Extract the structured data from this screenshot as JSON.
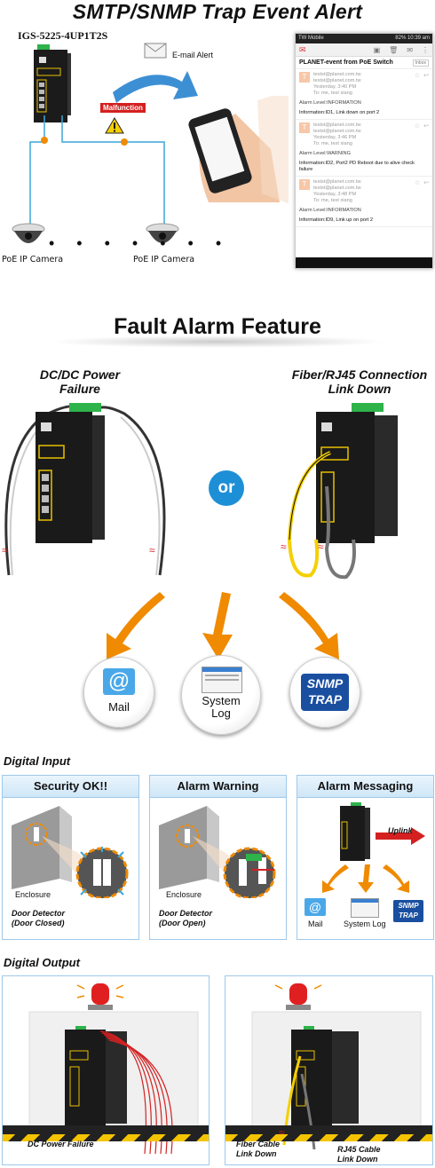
{
  "top": {
    "title": "SMTP/SNMP Trap Event Alert",
    "model": "IGS-5225-4UP1T2S",
    "email_alert": "E-mail Alert",
    "malfunction": "Malfunction",
    "camera_left": "PoE IP Camera",
    "camera_right": "PoE IP Camera",
    "phone": {
      "carrier": "TW Mobile",
      "status": "82% 10:39 am",
      "subject": "PLANET-event from PoE Switch",
      "inbox_label": "Inbox",
      "emails": [
        {
          "avatar": "T",
          "from": "testst@planet.com.tw",
          "to": "testst@planet.com.tw",
          "date": "Yesterday, 3:40 PM",
          "to_line": "To: me, test xiang",
          "level": "Alarm Level:INFORMATION",
          "info": "Information:ID1, Link down on port 2"
        },
        {
          "avatar": "T",
          "from": "testst@planet.com.tw",
          "to": "testst@planet.com.tw",
          "date": "Yesterday, 3:46 PM",
          "to_line": "To: me, test xiang",
          "level": "Alarm Level:WARNING",
          "info": "Information:ID2, Port2 PD Reboot due to alive check failure"
        },
        {
          "avatar": "T",
          "from": "testst@planet.com.tw",
          "to": "testst@planet.com.tw",
          "date": "Yesterday, 3:48 PM",
          "to_line": "To: me, test xiang",
          "level": "Alarm Level:INFORMATION",
          "info": "Information:ID9, Link up on port 2"
        }
      ]
    }
  },
  "fault": {
    "heading": "Fault Alarm Feature",
    "left_caption_1": "DC/DC Power",
    "left_caption_2": "Failure",
    "right_caption_1": "Fiber/RJ45 Connection",
    "right_caption_2": "Link Down",
    "or": "or",
    "mail": "Mail",
    "syslog_1": "System",
    "syslog_2": "Log",
    "snmp_1": "SNMP",
    "snmp_2": "TRAP"
  },
  "digital_input": {
    "heading": "Digital Input",
    "panels": [
      {
        "title": "Security OK!!",
        "enclosure": "Enclosure",
        "detector_1": "Door Detector",
        "detector_2": "(Door Closed)"
      },
      {
        "title": "Alarm Warning",
        "enclosure": "Enclosure",
        "detector_1": "Door Detector",
        "detector_2": "(Door Open)"
      },
      {
        "title": "Alarm Messaging",
        "uplink": "Uplink",
        "mail": "Mail",
        "syslog": "System Log",
        "snmp_1": "SNMP",
        "snmp_2": "TRAP"
      }
    ]
  },
  "digital_output": {
    "heading": "Digital Output",
    "left_caption": "DC Power Failure",
    "fiber_1": "Fiber Cable",
    "fiber_2": "Link Down",
    "rj45_1": "RJ45 Cable",
    "rj45_2": "Link Down"
  },
  "colors": {
    "accent_blue": "#1d8fd6",
    "alarm_red": "#d42020",
    "arrow_orange": "#f08a00",
    "snmp_blue": "#1a4fa0",
    "link_cyan": "#3aa7d9"
  }
}
